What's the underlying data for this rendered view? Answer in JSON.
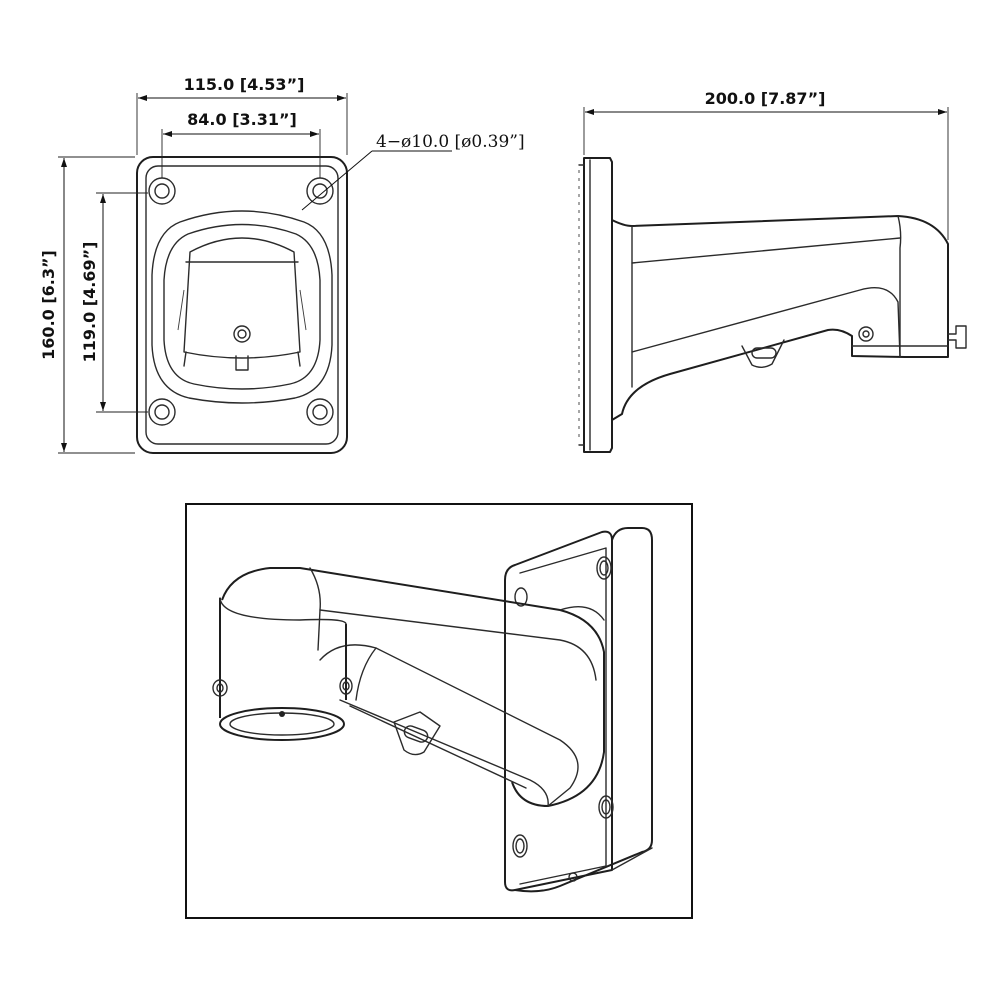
{
  "dimensions": {
    "top_width": "115.0 [4.53”]",
    "hole_spacing_x": "84.0 [3.31”]",
    "hole_spec": "4−ø10.0 [ø0.39”]",
    "total_height": "160.0 [6.3”]",
    "hole_spacing_y": "119.0 [4.69”]",
    "arm_length": "200.0 [7.87”]"
  }
}
